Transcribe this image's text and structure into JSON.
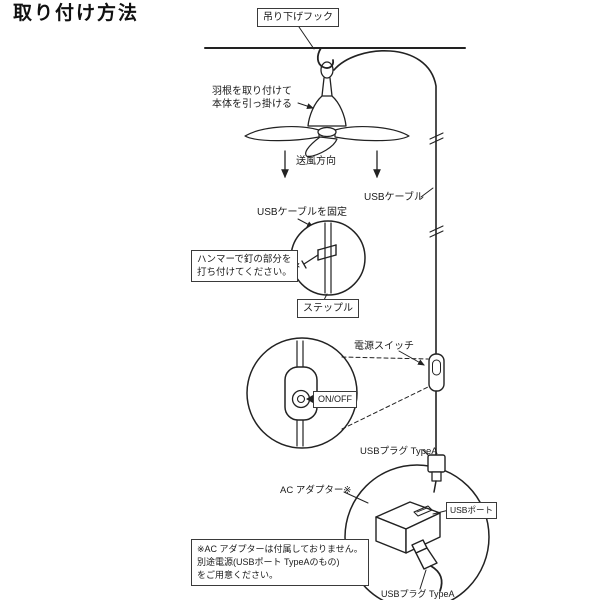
{
  "title": "取り付け方法",
  "diagram": {
    "hook_label": "吊り下げフック",
    "attach_note": {
      "line1": "羽根を取り付けて",
      "line2": "本体を引っ掛ける"
    },
    "airflow_label": "送風方向",
    "usb_cable_label": "USBケーブル",
    "fix_cable_label": "USBケーブルを固定",
    "hammer_note": {
      "line1": "ハンマーで釘の部分を",
      "line2": "打ち付けてください。"
    },
    "staple_label": "ステップル",
    "power_switch_label": "電源スイッチ",
    "onoff_label": "ON/OFF",
    "usb_plug_label": "USBプラグ TypeA",
    "ac_adapter_label": "AC アダプター※",
    "usb_port_label": "USBポート",
    "adapter_note": {
      "line1": "※AC アダプターは付属しておりません。",
      "line2": "別途電源(USBポート TypeAのもの)",
      "line3": "をご用意ください。"
    },
    "usb_plug_bottom_label": "USBプラグ TypeA"
  },
  "colors": {
    "line": "#222222",
    "background": "#ffffff"
  }
}
